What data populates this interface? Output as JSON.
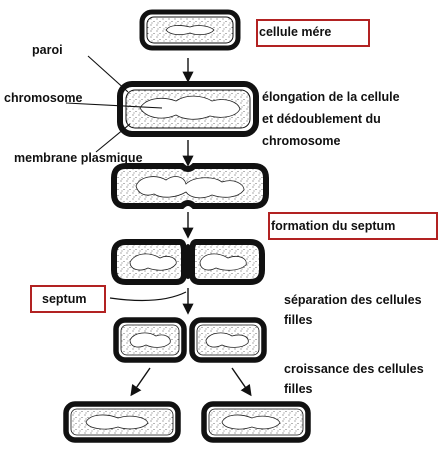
{
  "labels": {
    "cellule_mere": "cellule mére",
    "paroi": "paroi",
    "chromosome": "chromosome",
    "membrane_plasmique": "membrane plasmique",
    "elongation_l1": "élongation de la cellule",
    "elongation_l2": "et dédoublement du",
    "elongation_l3": "chromosome",
    "formation_septum": "formation du septum",
    "septum": "septum",
    "separation_l1": "séparation des cellules",
    "separation_l2": "filles",
    "croissance_l1": "croissance des cellules",
    "croissance_l2": "filles"
  },
  "colors": {
    "outline": "#111111",
    "stipple": "#3a3a3a",
    "highlight_box": "#b22222",
    "background": "#ffffff"
  }
}
